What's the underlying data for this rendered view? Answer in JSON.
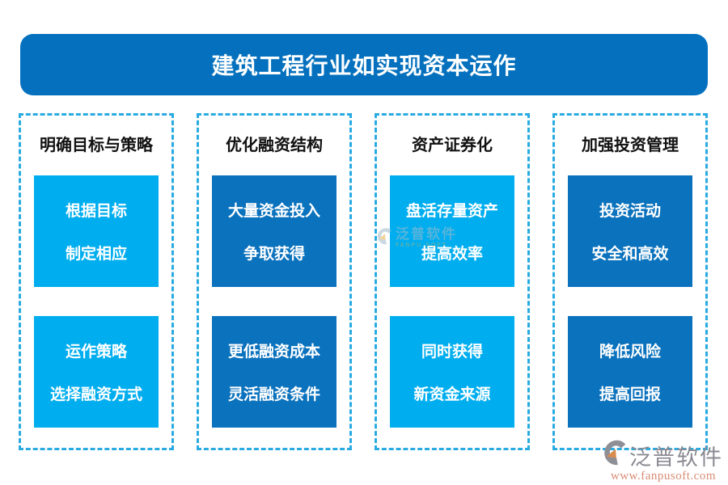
{
  "banner": {
    "title": "建筑工程行业如实现资本运作",
    "bg_color": "#0571BE",
    "text_color": "#FFFFFF"
  },
  "columns": [
    {
      "heading": "明确目标与策略",
      "style": "light",
      "boxes": [
        {
          "line1": "根据目标",
          "line2": "制定相应"
        },
        {
          "line1": "运作策略",
          "line2": "选择融资方式"
        }
      ]
    },
    {
      "heading": "优化融资结构",
      "style": "dark",
      "boxes": [
        {
          "line1": "大量资金投入",
          "line2": "争取获得"
        },
        {
          "line1": "更低融资成本",
          "line2": "灵活融资条件"
        }
      ]
    },
    {
      "heading": "资产证券化",
      "style": "light",
      "boxes": [
        {
          "line1": "盘活存量资产",
          "line2": "提高效率"
        },
        {
          "line1": "同时获得",
          "line2": "新资金来源"
        }
      ]
    },
    {
      "heading": "加强投资管理",
      "style": "dark",
      "boxes": [
        {
          "line1": "投资活动",
          "line2": "安全和高效"
        },
        {
          "line1": "降低风险",
          "line2": "提高回报"
        }
      ]
    }
  ],
  "watermark": {
    "name": "泛普软件",
    "subtext": "FANPU SOFT"
  },
  "brand": {
    "name": "泛普软件",
    "url": "www.fanpusoft.com"
  },
  "colors": {
    "banner_blue": "#0571BE",
    "light_box_blue": "#00AEEF",
    "dark_box_blue": "#0B72BD",
    "dashed_border": "#29ABE2",
    "heading_text": "#111111",
    "brand_gray": "#8A8A93",
    "brand_url_salmon": "#D98C74"
  }
}
